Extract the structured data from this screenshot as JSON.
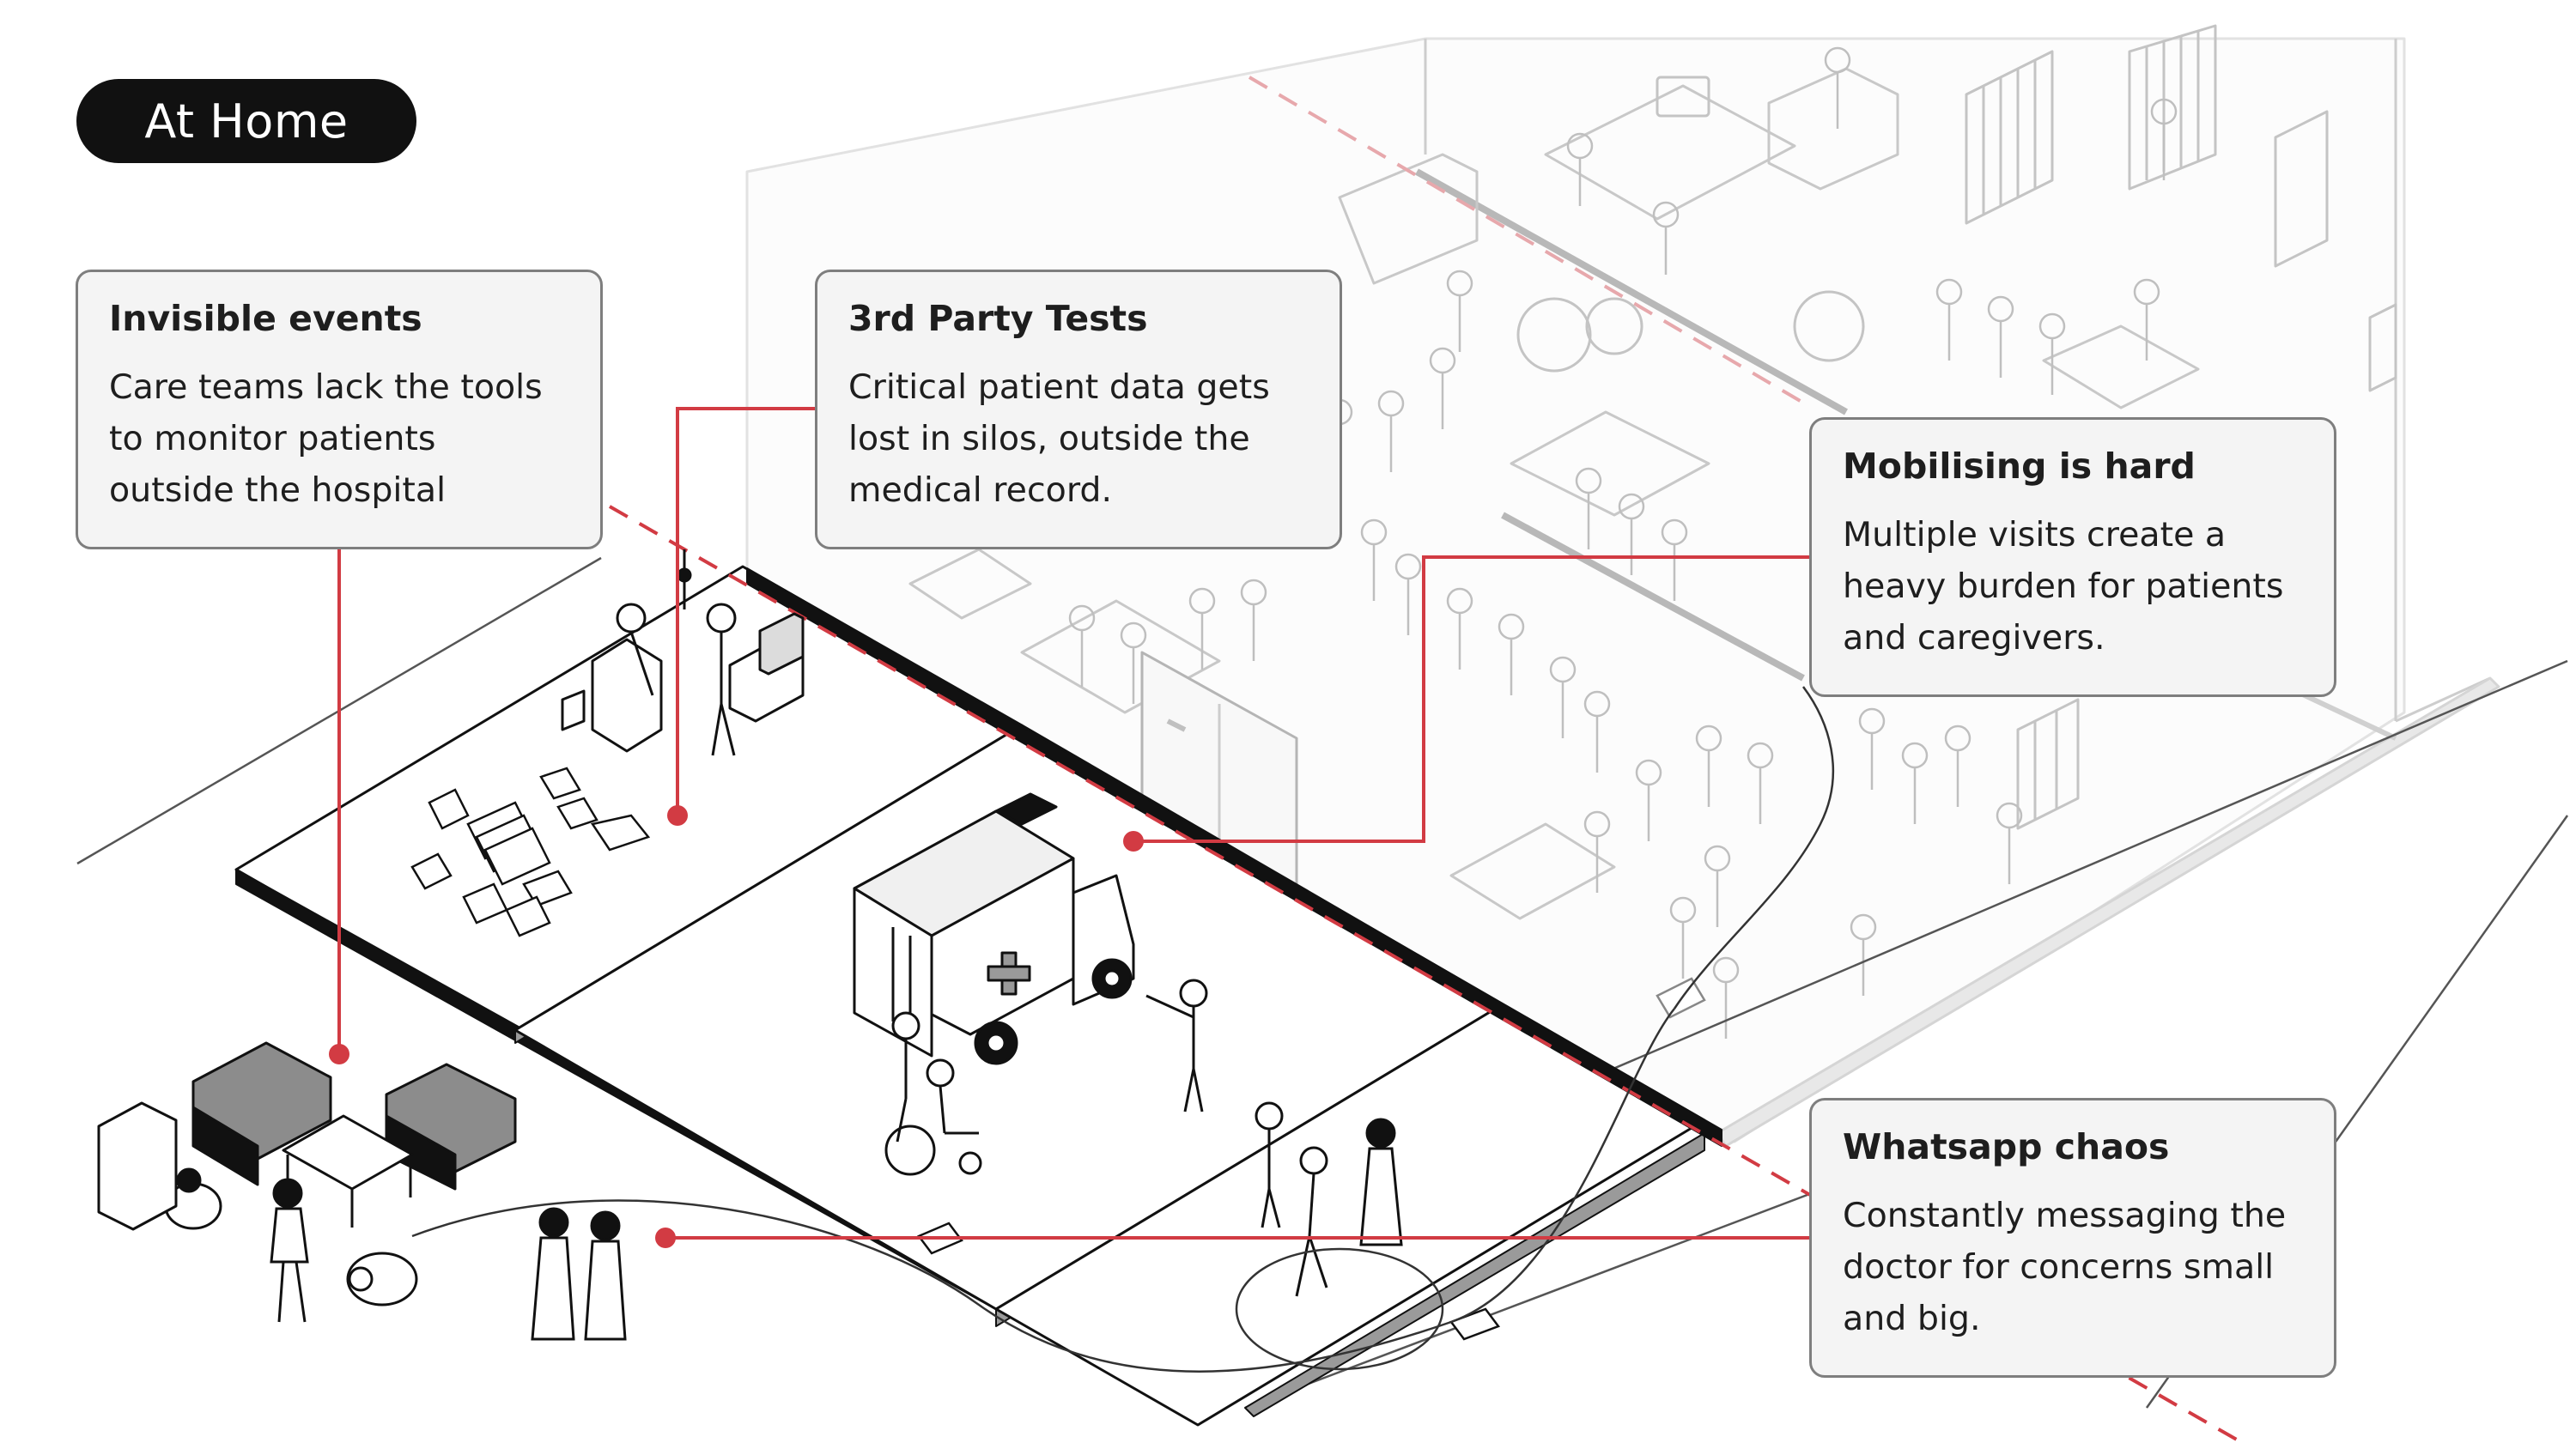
{
  "header": {
    "pill_label": "At Home"
  },
  "callouts": [
    {
      "title": "Invisible events",
      "body": "Care teams lack the tools to monitor patients outside the hospital"
    },
    {
      "title": "3rd Party Tests",
      "body": "Critical patient data gets lost in silos, outside the medical record."
    },
    {
      "title": "Mobilising is hard",
      "body": "Multiple visits create a heavy burden for patients and caregivers."
    },
    {
      "title": "Whatsapp chaos",
      "body": "Constantly messaging the doctor for concerns small and big."
    }
  ],
  "colors": {
    "accent": "#d23b43",
    "pill_bg": "#111111",
    "callout_bg": "#f4f4f4",
    "callout_border": "#7e7e7e",
    "ink": "#111111",
    "faded_ink": "#c9c9c9"
  },
  "icons": [
    "ambulance-icon",
    "chat-bubble-icon",
    "document-pile-icon",
    "armchair-icon",
    "person-icon",
    "wheelchair-icon"
  ]
}
